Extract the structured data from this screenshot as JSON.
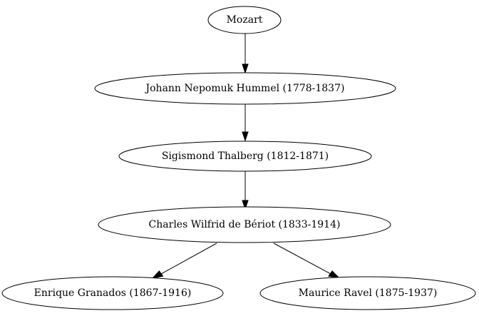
{
  "diagram": {
    "type": "directed-tree",
    "nodes": [
      {
        "id": "mozart",
        "label": "Mozart"
      },
      {
        "id": "hummel",
        "label": "Johann Nepomuk Hummel (1778-1837)"
      },
      {
        "id": "thalberg",
        "label": "Sigismond Thalberg (1812-1871)"
      },
      {
        "id": "beriot",
        "label": "Charles Wilfrid de Bériot (1833-1914)"
      },
      {
        "id": "granados",
        "label": "Enrique Granados (1867-1916)"
      },
      {
        "id": "ravel",
        "label": "Maurice Ravel (1875-1937)"
      }
    ],
    "edges": [
      {
        "from": "mozart",
        "to": "hummel"
      },
      {
        "from": "hummel",
        "to": "thalberg"
      },
      {
        "from": "thalberg",
        "to": "beriot"
      },
      {
        "from": "beriot",
        "to": "granados"
      },
      {
        "from": "beriot",
        "to": "ravel"
      }
    ],
    "colors": {
      "background": "#ffffff",
      "stroke": "#000000",
      "text": "#000000"
    }
  }
}
